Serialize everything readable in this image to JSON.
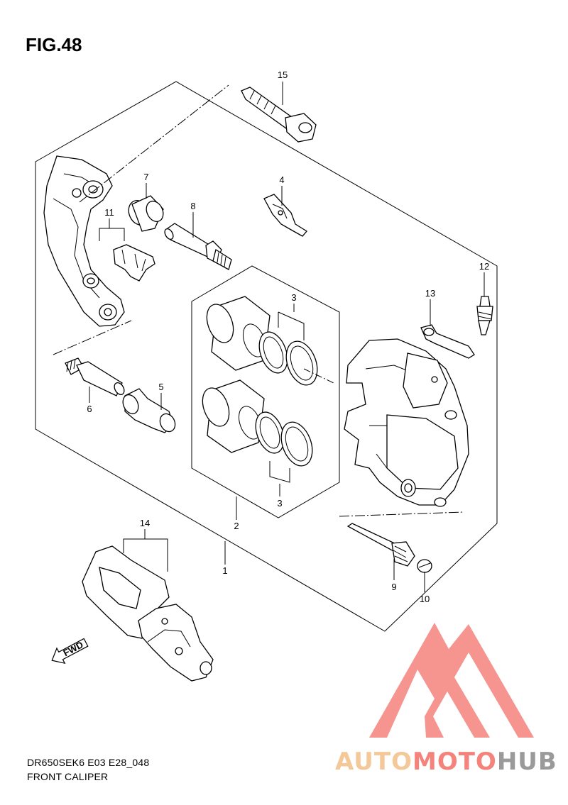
{
  "figure": {
    "title": "FIG.48"
  },
  "footer": {
    "model_code": "DR650SEK6 E03 E28_048",
    "caption": "FRONT CALIPER"
  },
  "callouts": [
    "15",
    "7",
    "4",
    "11",
    "8",
    "12",
    "13",
    "3",
    "6",
    "5",
    "3",
    "2",
    "14",
    "1",
    "9",
    "10"
  ],
  "fwd_label": "FWD",
  "watermark": {
    "part1": "AUTO",
    "part2": "MOTO",
    "part3": "HUB",
    "colors": {
      "auto": "#f5c89a",
      "moto": "#f4837c",
      "hub": "#9a9a9a",
      "logo": "#f08080"
    }
  }
}
